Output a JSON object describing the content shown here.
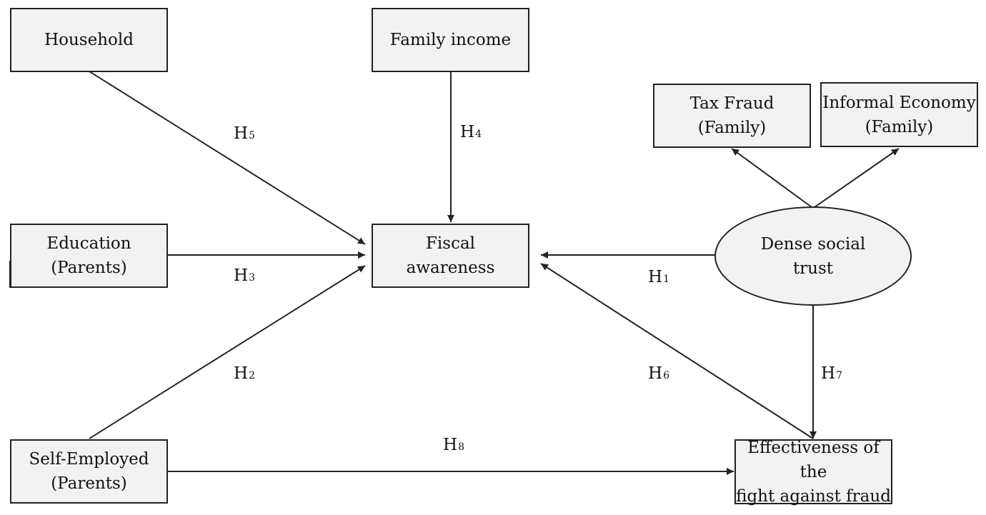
{
  "nodes": {
    "household": "Household",
    "family_income": "Family income",
    "tax_fraud": "Tax Fraud\n(Family)",
    "informal_economy": "Informal Economy\n(Family)",
    "education": "Education\n(Parents)",
    "fiscal_awareness": "Fiscal\nawareness",
    "dense_social_trust": "Dense social\ntrust",
    "self_employed": "Self-Employed\n(Parents)",
    "effectiveness": "Effectiveness of the\nfight against fraud"
  },
  "hypotheses": {
    "h1": {
      "letter": "H",
      "num": "1"
    },
    "h2": {
      "letter": "H",
      "num": "2"
    },
    "h3": {
      "letter": "H",
      "num": "3"
    },
    "h4": {
      "letter": "H",
      "num": "4"
    },
    "h5": {
      "letter": "H",
      "num": "5"
    },
    "h6": {
      "letter": "H",
      "num": "6"
    },
    "h7": {
      "letter": "H",
      "num": "7"
    },
    "h8": {
      "letter": "H",
      "num": "8"
    }
  },
  "colors": {
    "node_fill": "#f2f2f2",
    "stroke": "#222222"
  }
}
